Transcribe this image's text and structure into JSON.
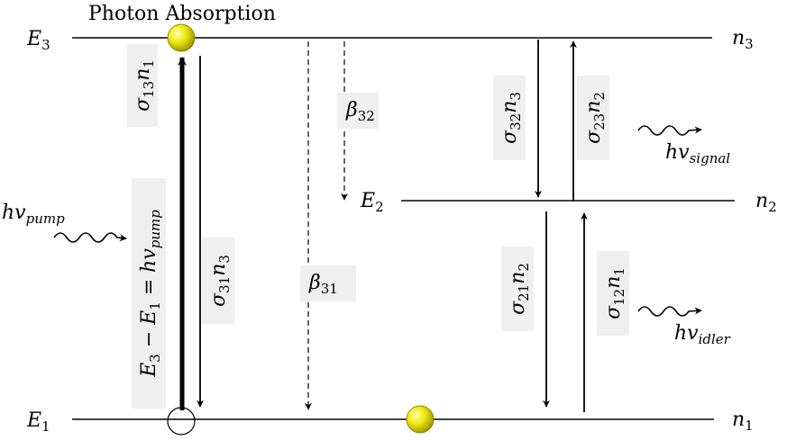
{
  "title": "Photon Absorption",
  "levels": {
    "E3": {
      "label": "E",
      "sub": "3",
      "pop": "n",
      "popSub": "3"
    },
    "E2": {
      "label": "E",
      "sub": "2",
      "pop": "n",
      "popSub": "2"
    },
    "E1": {
      "label": "E",
      "sub": "1",
      "pop": "n",
      "popSub": "1"
    }
  },
  "transitions": {
    "s13": {
      "a": "σ",
      "asub": "13",
      "b": "n",
      "bsub": "1"
    },
    "s31": {
      "a": "σ",
      "asub": "31",
      "b": "n",
      "bsub": "3"
    },
    "s32": {
      "a": "σ",
      "asub": "32",
      "b": "n",
      "bsub": "3"
    },
    "s23": {
      "a": "σ",
      "asub": "23",
      "b": "n",
      "bsub": "2"
    },
    "s21": {
      "a": "σ",
      "asub": "21",
      "b": "n",
      "bsub": "2"
    },
    "s12": {
      "a": "σ",
      "asub": "12",
      "b": "n",
      "bsub": "1"
    },
    "b32": {
      "a": "β",
      "asub": "32"
    },
    "b31": {
      "a": "β",
      "asub": "31"
    }
  },
  "energy": {
    "lhsA": "E",
    "lhsAsub": "3",
    "minus": " − ",
    "lhsB": "E",
    "lhsBsub": "1",
    "eq": " = ",
    "rhs": "hv",
    "rhsSub": "pump"
  },
  "photons": {
    "pump": {
      "label": "hv",
      "sub": "pump"
    },
    "signal": {
      "label": "hv",
      "sub": "signal"
    },
    "idler": {
      "label": "hv",
      "sub": "idler"
    }
  },
  "colors": {
    "particle": "#e5e000",
    "box": "#efefef",
    "line": "#000000"
  }
}
